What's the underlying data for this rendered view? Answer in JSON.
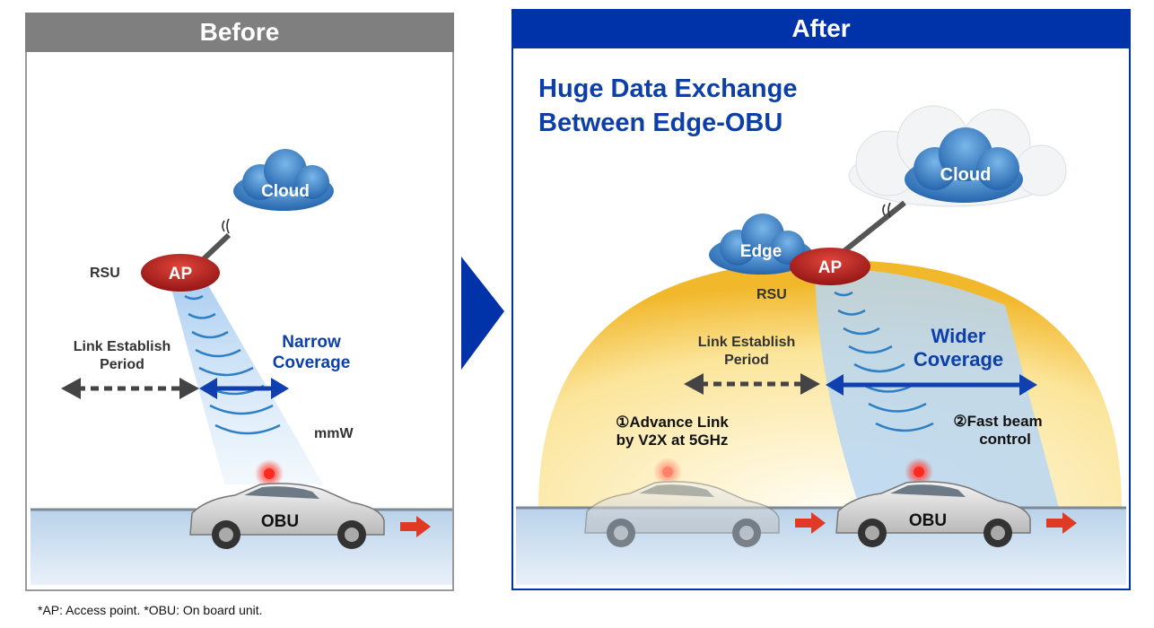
{
  "before": {
    "header": "Before",
    "cloud": "Cloud",
    "rsu": "RSU",
    "ap": "AP",
    "link_establish_line1": "Link Establish",
    "link_establish_line2": "Period",
    "coverage_line1": "Narrow",
    "coverage_line2": "Coverage",
    "mmw": "mmW",
    "obu": "OBU"
  },
  "after": {
    "header": "After",
    "title_line1": "Huge Data Exchange",
    "title_line2": "Between Edge-OBU",
    "cloud": "Cloud",
    "edge": "Edge",
    "ap": "AP",
    "rsu": "RSU",
    "link_establish_line1": "Link Establish",
    "link_establish_line2": "Period",
    "coverage_line1": "Wider",
    "coverage_line2": "Coverage",
    "advance_line1": "①Advance Link",
    "advance_line2": "by V2X at 5GHz",
    "fast_line1": "②Fast beam",
    "fast_line2": "control",
    "obu": "OBU"
  },
  "footnote": "*AP: Access point.  *OBU: On board unit.",
  "colors": {
    "before_header": "#7f7f7f",
    "after_header": "#0033aa",
    "accent_blue": "#0d3fa8",
    "ap_red": "#b81c1c",
    "cloud_blue": "#2f7fc4",
    "dome_yellow": "#f6c33a",
    "road": "#cfe0f0"
  }
}
